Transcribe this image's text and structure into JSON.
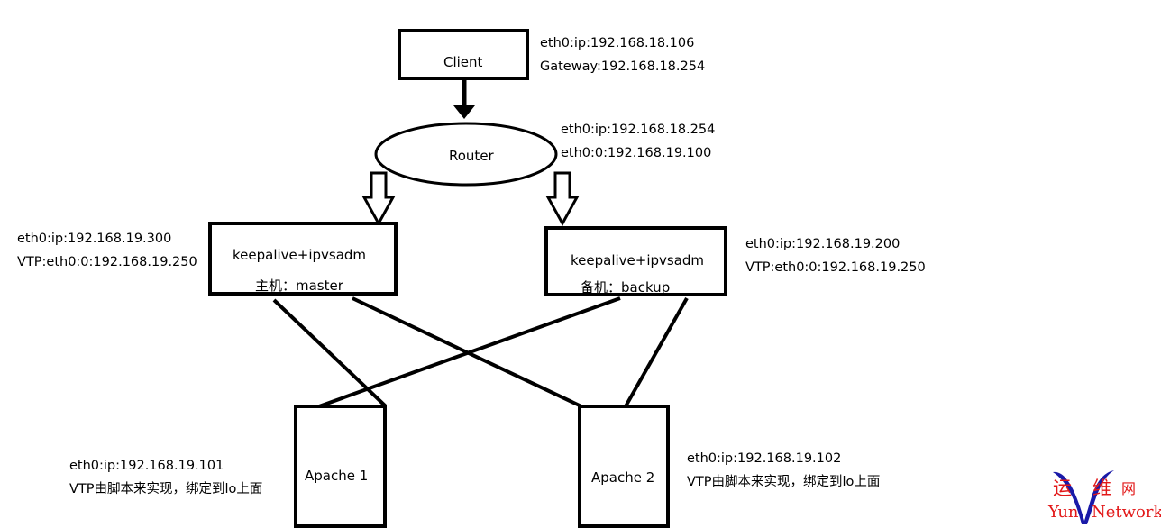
{
  "nodes": {
    "client": "Client",
    "router": "Router",
    "master": {
      "title": "keepalive+ipvsadm",
      "role": "主机：master"
    },
    "backup": {
      "title": "keepalive+ipvsadm",
      "role": "备机：backup"
    },
    "apache1": "Apache 1",
    "apache2": "Apache 2"
  },
  "notes": {
    "client": [
      "eth0:ip:192.168.18.106",
      "Gateway:192.168.18.254"
    ],
    "router": [
      "eth0:ip:192.168.18.254",
      "eth0:0:192.168.19.100"
    ],
    "master": [
      "eth0:ip:192.168.19.300",
      "VTP:eth0:0:192.168.19.250"
    ],
    "backup": [
      "eth0:ip:192.168.19.200",
      "VTP:eth0:0:192.168.19.250"
    ],
    "apache1": [
      "eth0:ip:192.168.19.101",
      "VTP由脚本来实现，绑定到lo上面"
    ],
    "apache2": [
      "eth0:ip:192.168.19.102",
      "VTP由脚本来实现，绑定到lo上面"
    ]
  },
  "watermark": {
    "cn_1": "运",
    "cn_2": "维",
    "cn_3": "网",
    "en_1": "Yun",
    "en_2": "Network",
    "accent_color": "#e21818",
    "v_color": "#1a1aa8"
  }
}
